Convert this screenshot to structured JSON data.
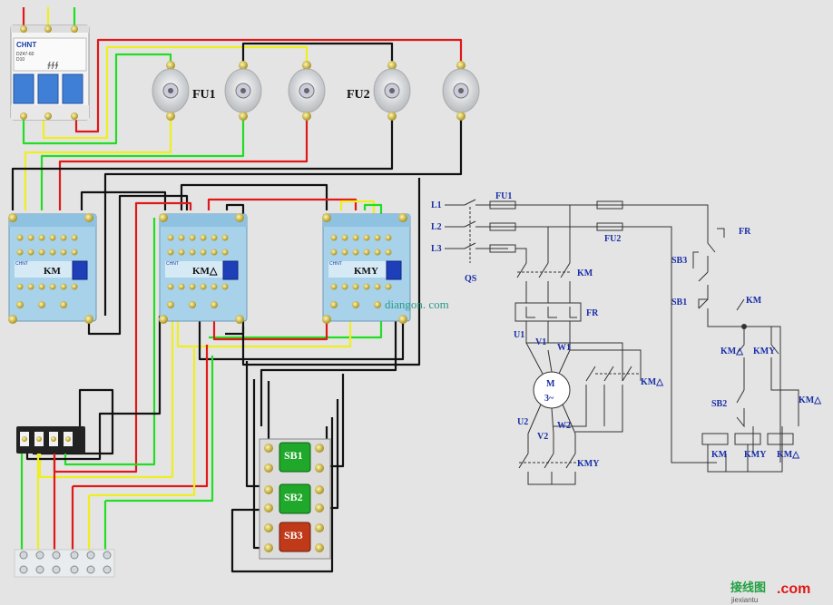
{
  "breaker": {
    "brand": "CHNT",
    "model": "DZ47-60",
    "rating": "D10"
  },
  "fuses": {
    "fu1_label": "FU1",
    "fu2_label": "FU2"
  },
  "contactors": {
    "km_label": "KM",
    "kma_label": "KM△",
    "kmy_label": "KMY",
    "brand": "CHNT"
  },
  "buttons": {
    "sb1": "SB1",
    "sb2": "SB2",
    "sb3": "SB3"
  },
  "watermark": {
    "site": "diangon. com",
    "logo_cn": "接线图",
    "logo_com": ".com",
    "logo_en": "jiexiantu"
  },
  "schematic": {
    "l1": "L1",
    "l2": "L2",
    "l3": "L3",
    "qs": "QS",
    "fu1": "FU1",
    "fu2": "FU2",
    "km": "KM",
    "fr": "FR",
    "u1": "U1",
    "v1": "V1",
    "w1": "W1",
    "u2": "U2",
    "v2": "V2",
    "w2": "W2",
    "motor_m": "M",
    "motor_3": "3~",
    "km_delta": "KM△",
    "kmy": "KMY",
    "ctrl_fr": "FR",
    "ctrl_sb3": "SB3",
    "ctrl_sb1": "SB1",
    "ctrl_km": "KM",
    "ctrl_km_delta": "KM△",
    "ctrl_kmy": "KMY",
    "ctrl_sb2": "SB2",
    "ctrl_km_delta2": "KM△",
    "coil_km": "KM",
    "coil_kmy": "KMY",
    "coil_kma": "KM△"
  },
  "colors": {
    "red": "#e01818",
    "yellow": "#eeee20",
    "green": "#22dd22",
    "black": "#111111",
    "contactor": "#a8d2ea",
    "schematic_text": "#1a2ea8"
  }
}
